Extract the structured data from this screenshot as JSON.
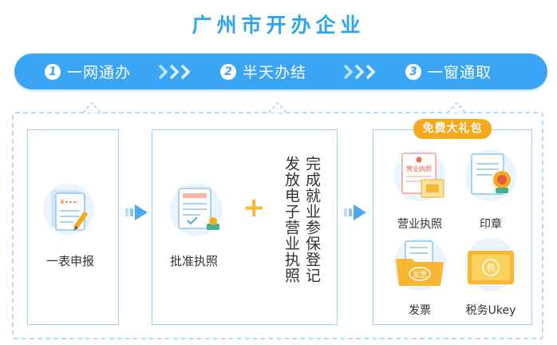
{
  "title": "广州市开办企业",
  "steps": [
    {
      "num": "1",
      "label": "一网通办"
    },
    {
      "num": "2",
      "label": "半天办结"
    },
    {
      "num": "3",
      "label": "一窗通取"
    }
  ],
  "cards": {
    "apply": {
      "label": "一表申报"
    },
    "approve": {
      "label": "批准执照"
    }
  },
  "plus_sign": "+",
  "columns": {
    "left": "发放电子营业执照",
    "right": "完成就业参保登记"
  },
  "gift": {
    "badge": "免费大礼包",
    "items": [
      {
        "label": "营业执照",
        "icon_text": "营业执照"
      },
      {
        "label": "印章"
      },
      {
        "label": "发票",
        "icon_text": "发票"
      },
      {
        "label": "税务Ukey",
        "icon_text": "税"
      }
    ]
  },
  "colors": {
    "primary": "#3aa5f4",
    "title": "#2aa3f0",
    "accent": "#f7a81b",
    "card_border": "#9fcdf4"
  }
}
